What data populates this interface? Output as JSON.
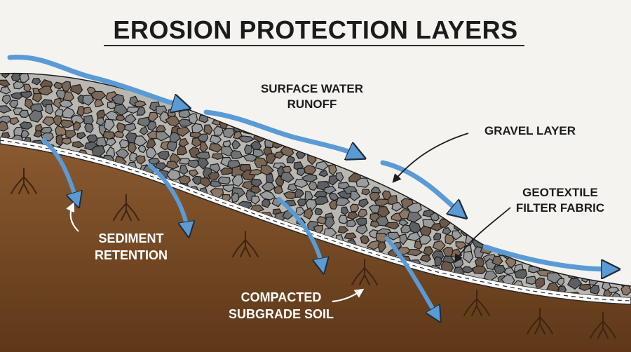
{
  "title": "EROSION PROTECTION LAYERS",
  "labels": {
    "surface_runoff": [
      "SURFACE WATER",
      "RUNOFF"
    ],
    "gravel_layer": [
      "GRAVEL LAYER"
    ],
    "geotextile": [
      "GEOTEXTILE",
      "FILTER FABRIC"
    ],
    "sediment_retention": [
      "SEDIMENT",
      "RETENTION"
    ],
    "compacted_soil": [
      "COMPACTED",
      "SUBGRADE  SOIL"
    ]
  },
  "colors": {
    "background": "#f4f3ef",
    "soil": "#7a4a24",
    "fabric": "#ffffff",
    "water_arrow": "#5b9bd5",
    "gravel_gray": "#7d7f82",
    "gravel_brown": "#857160",
    "roots": "#4a2a14"
  }
}
